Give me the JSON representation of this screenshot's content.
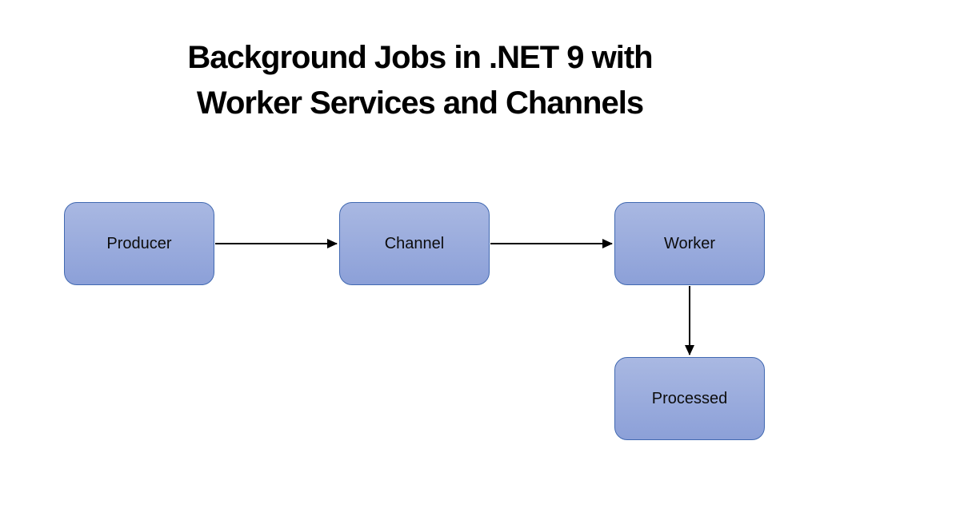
{
  "title": {
    "line1": "Background Jobs in .NET 9 with",
    "line2": "Worker Services and Channels"
  },
  "diagram": {
    "nodes": [
      {
        "id": "producer",
        "label": "Producer"
      },
      {
        "id": "channel",
        "label": "Channel"
      },
      {
        "id": "worker",
        "label": "Worker"
      },
      {
        "id": "processed",
        "label": "Processed"
      }
    ],
    "edges": [
      {
        "from": "producer",
        "to": "channel",
        "direction": "right"
      },
      {
        "from": "channel",
        "to": "worker",
        "direction": "right"
      },
      {
        "from": "worker",
        "to": "processed",
        "direction": "down"
      }
    ]
  },
  "colors": {
    "node_fill_top": "#A9B8E2",
    "node_fill_bottom": "#8CA0D8",
    "node_border": "#4169B1",
    "arrow": "#000000",
    "title_text": "#000000",
    "background": "#FFFFFF"
  }
}
